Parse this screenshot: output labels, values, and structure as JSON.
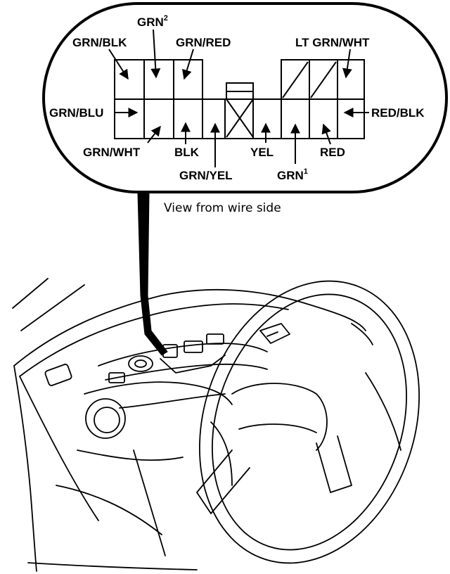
{
  "labels": {
    "grn2_base": "GRN",
    "grn2_sup": "2",
    "grn_blk": "GRN/BLK",
    "grn_red": "GRN/RED",
    "lt_grn_wht": "LT GRN/WHT",
    "grn_blu": "GRN/BLU",
    "red_blk": "RED/BLK",
    "grn_wht": "GRN/WHT",
    "blk": "BLK",
    "yel": "YEL",
    "red": "RED",
    "grn_yel": "GRN/YEL",
    "grn1_base": "GRN",
    "grn1_sup": "1"
  },
  "caption": "View from wire side",
  "colors": {
    "ink": "#000000",
    "paper": "#ffffff"
  }
}
